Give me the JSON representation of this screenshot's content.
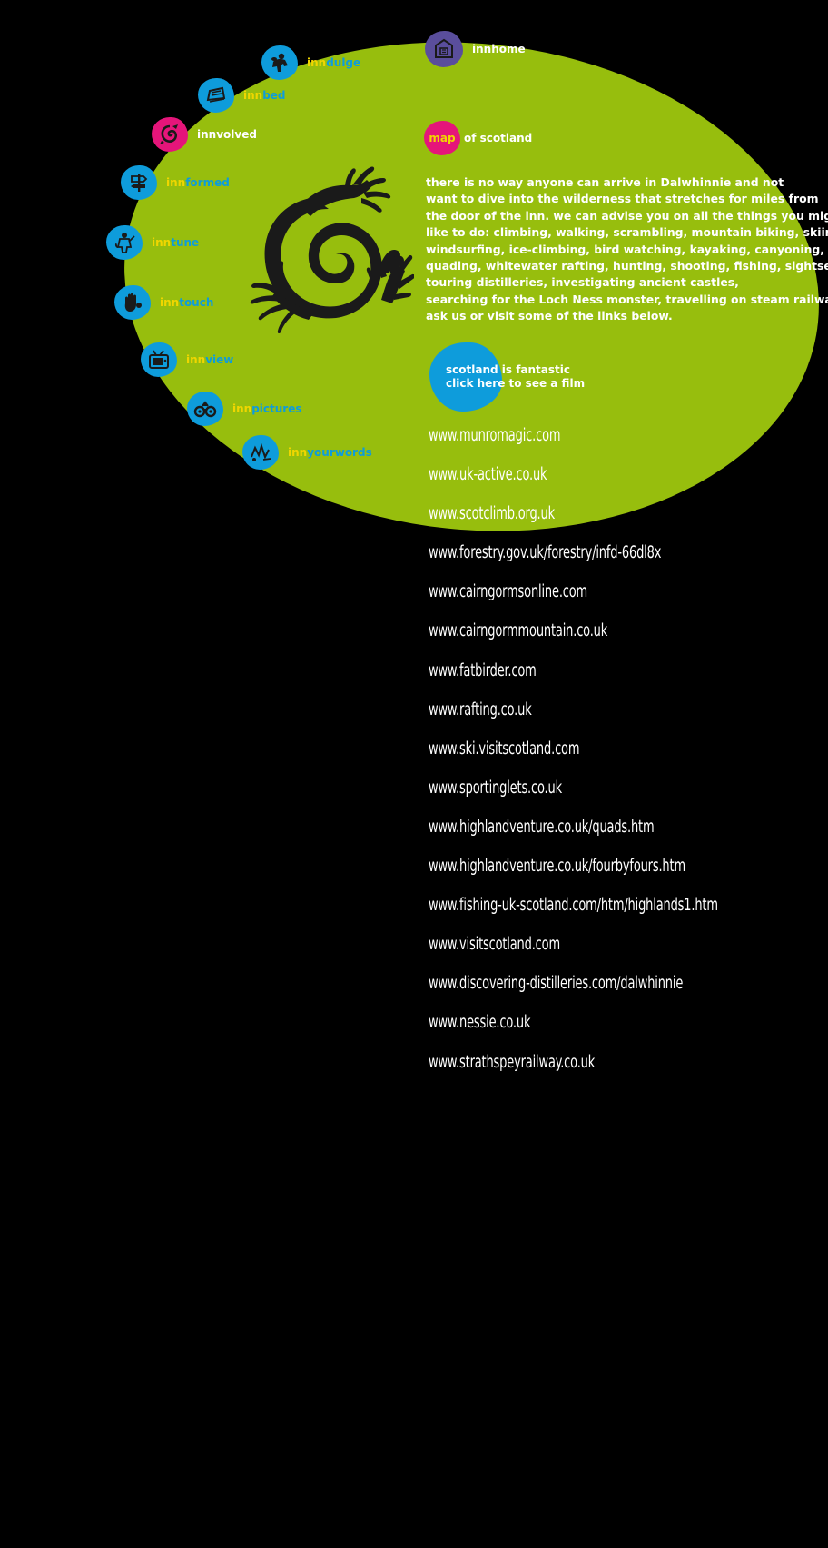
{
  "colors": {
    "background": "#000000",
    "oval_green": "#97BE0D",
    "blue": "#0E9CDB",
    "pink": "#E5157A",
    "purple": "#5A4E9C",
    "yellow": "#F0D600",
    "white": "#FFFFFF",
    "icon_dark": "#1A1A1A"
  },
  "nav": {
    "items": [
      {
        "prefix": "inn",
        "suffix": "dulge",
        "icon": "rugby-player-icon",
        "blob": "blue",
        "prefix_color": "yellow",
        "suffix_color": "blue"
      },
      {
        "prefix": "inn",
        "suffix": "bed",
        "icon": "bed-icon",
        "blob": "blue",
        "prefix_color": "yellow",
        "suffix_color": "blue"
      },
      {
        "prefix": "inn",
        "suffix": "volved",
        "icon": "swirl-icon",
        "blob": "pink",
        "prefix_color": "white",
        "suffix_color": "white"
      },
      {
        "prefix": "inn",
        "suffix": "formed",
        "icon": "signpost-icon",
        "blob": "blue",
        "prefix_color": "yellow",
        "suffix_color": "blue"
      },
      {
        "prefix": "inn",
        "suffix": "tune",
        "icon": "musician-icon",
        "blob": "blue",
        "prefix_color": "yellow",
        "suffix_color": "blue"
      },
      {
        "prefix": "inn",
        "suffix": "touch",
        "icon": "hand-icon",
        "blob": "blue",
        "prefix_color": "yellow",
        "suffix_color": "blue"
      },
      {
        "prefix": "inn",
        "suffix": "view",
        "icon": "tv-icon",
        "blob": "blue",
        "prefix_color": "yellow",
        "suffix_color": "blue"
      },
      {
        "prefix": "inn",
        "suffix": "pictures",
        "icon": "binoculars-icon",
        "blob": "blue",
        "prefix_color": "yellow",
        "suffix_color": "blue"
      },
      {
        "prefix": "inn",
        "suffix": "yourwords",
        "icon": "speech-scribble-icon",
        "blob": "blue",
        "prefix_color": "yellow",
        "suffix_color": "blue"
      }
    ],
    "home": {
      "label": "innhome",
      "icon": "home-icon"
    }
  },
  "map": {
    "badge": "map",
    "rest": "of scotland"
  },
  "intro": {
    "lines": [
      "there is no way anyone can arrive in Dalwhinnie and not",
      "want to dive into the wilderness that stretches for miles from",
      "the door of the inn.  we can advise you on all the things you might",
      "like to do: climbing, walking, scrambling, mountain biking, skiing,",
      "windsurfing, ice-climbing, bird watching, kayaking, canyoning,",
      "quading, whitewater rafting, hunting, shooting, fishing, sightseeing,",
      "touring distilleries, investigating ancient castles,",
      "searching for the Loch Ness monster, travelling on steam railways.",
      "ask us or visit some of the links below."
    ]
  },
  "film": {
    "line1": "scotland is fantastic",
    "line2": "click here to see a film"
  },
  "links": [
    "www.munromagic.com",
    "www.uk-active.co.uk",
    "www.scotclimb.org.uk",
    "www.forestry.gov.uk/forestry/infd-66dl8x",
    "www.cairngormsonline.com",
    "www.cairngormmountain.co.uk",
    "www.fatbirder.com",
    "www.rafting.co.uk",
    "www.ski.visitscotland.com",
    "www.sportinglets.co.uk",
    "www.highlandventure.co.uk/quads.htm",
    "www.highlandventure.co.uk/fourbyfours.htm",
    "www.fishing-uk-scotland.com/htm/highlands1.htm",
    "www.visitscotland.com",
    "www.discovering-distilleries.com/dalwhinnie",
    "www.nessie.co.uk",
    "www.strathspeyrailway.co.uk"
  ]
}
